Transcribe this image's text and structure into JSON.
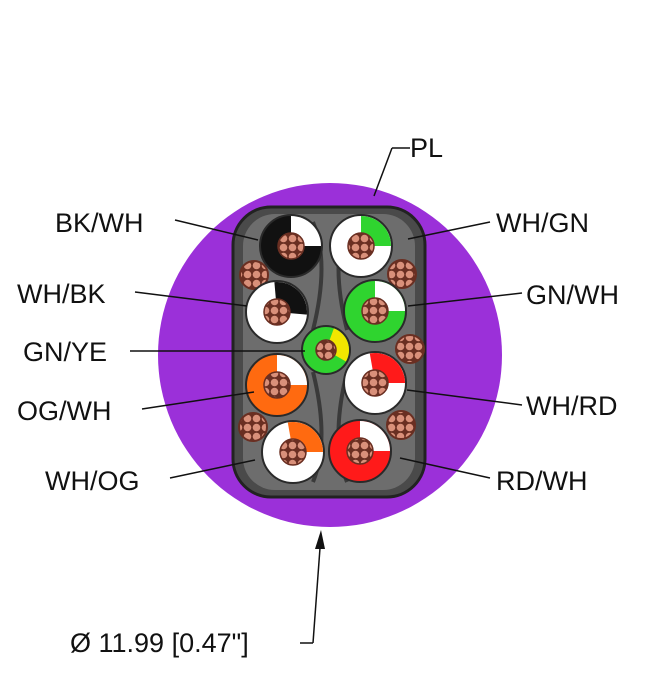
{
  "jacket": {
    "label": "PL",
    "color": "#9b30d9"
  },
  "conductors": [
    {
      "id": "bk-wh",
      "label": "BK/WH",
      "base": "#111111",
      "stripe": "#ffffff"
    },
    {
      "id": "wh-bk",
      "label": "WH/BK",
      "base": "#ffffff",
      "stripe": "#111111"
    },
    {
      "id": "gn-ye",
      "label": "GN/YE",
      "base": "#2fd42f",
      "stripe": "#f2e600"
    },
    {
      "id": "og-wh",
      "label": "OG/WH",
      "base": "#ff6a10",
      "stripe": "#ffffff"
    },
    {
      "id": "wh-og",
      "label": "WH/OG",
      "base": "#ffffff",
      "stripe": "#ff6a10"
    },
    {
      "id": "wh-gn",
      "label": "WH/GN",
      "base": "#ffffff",
      "stripe": "#2fd42f"
    },
    {
      "id": "gn-wh",
      "label": "GN/WH",
      "base": "#2fd42f",
      "stripe": "#ffffff"
    },
    {
      "id": "wh-rd",
      "label": "WH/RD",
      "base": "#ffffff",
      "stripe": "#ff1a1a"
    },
    {
      "id": "rd-wh",
      "label": "RD/WH",
      "base": "#ff1a1a",
      "stripe": "#ffffff"
    }
  ],
  "dimension": {
    "text": "Ø 11.99 [0.47\"]"
  },
  "colors": {
    "copper": "#d9907a",
    "shield": "#555555",
    "line": "#111111"
  }
}
